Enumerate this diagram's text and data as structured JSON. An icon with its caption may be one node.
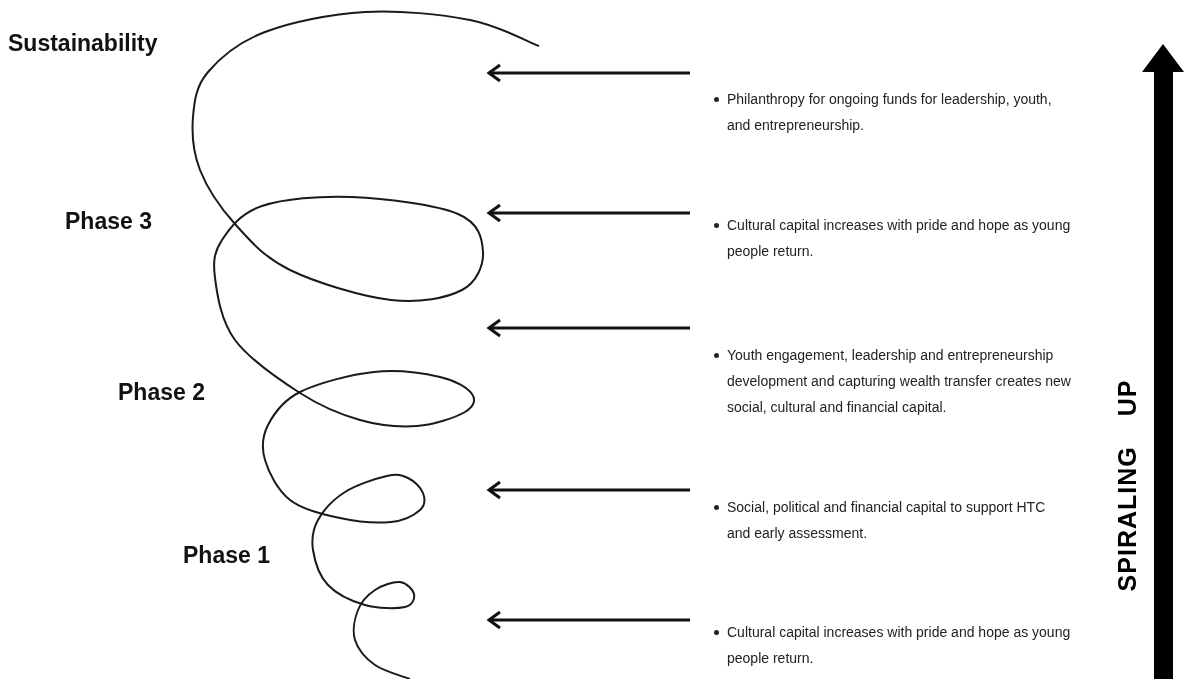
{
  "diagram": {
    "nodes": [
      {
        "text": [
          "Philanthropy for ongoing funds for leadership, youth, and entrepreneurship."
        ]
      },
      {
        "text": [
          "Cultural capital increases with pride and hope as young people return."
        ]
      },
      {
        "text": [
          "Youth engagement, leadership and entrepreneurship development and capturing wealth transfer creates new social, cultural and financial capital."
        ]
      },
      {
        "text": [
          "Social, political and financial capital to support HTC and early assessment."
        ]
      },
      {
        "text": [
          "Cultural capital increases with pride and hope as young people return."
        ]
      }
    ],
    "edges": [
      {
        "from": 0,
        "to": null,
        "arrow": "to"
      },
      {
        "from": 1,
        "to": null,
        "arrow": "to"
      },
      {
        "from": 2,
        "to": null,
        "arrow": "to"
      },
      {
        "from": 3,
        "to": null,
        "arrow": "to"
      },
      {
        "from": 4,
        "to": null,
        "arrow": "to"
      }
    ],
    "labels": [
      "Sustainability",
      "Phase 3",
      "Phase 2",
      "Phase 1",
      "SPIRALING UP"
    ]
  }
}
